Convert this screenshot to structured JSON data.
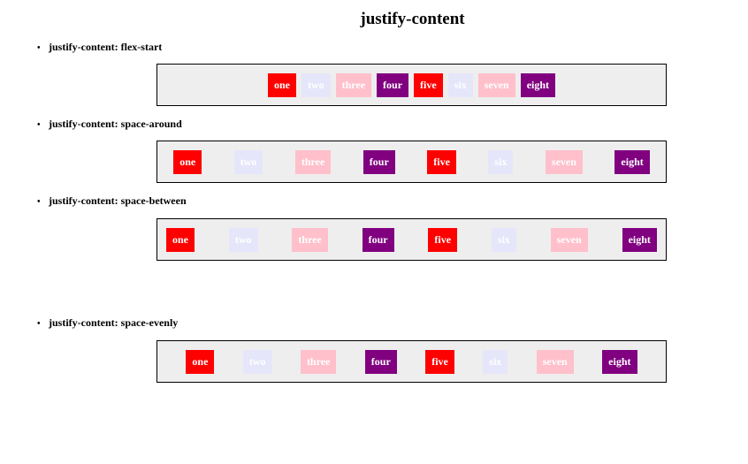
{
  "title": "justify-content",
  "colors": {
    "red": "#ff0000",
    "lavender": "#e6e6fa",
    "pink": "#ffc0cb",
    "purple": "#800080",
    "box_background": "#eeeeee"
  },
  "items": [
    "one",
    "two",
    "three",
    "four",
    "five",
    "six",
    "seven",
    "eight"
  ],
  "sections": [
    {
      "label": "justify-content: flex-start"
    },
    {
      "label": "justify-content: space-around"
    },
    {
      "label": "justify-content: space-between"
    },
    {
      "label": "justify-content: space-evenly"
    }
  ]
}
